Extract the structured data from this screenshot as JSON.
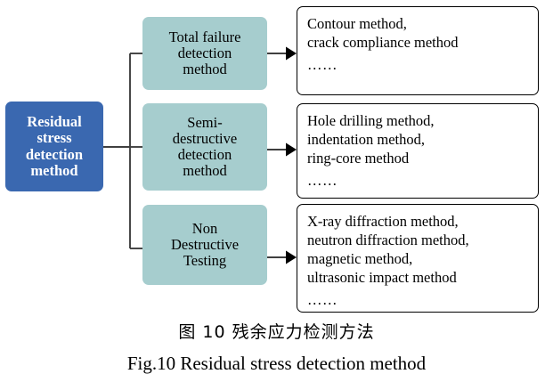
{
  "diagram": {
    "root": {
      "label": "Residual stress detection method",
      "lines": [
        "Residual",
        "stress",
        "detection",
        "method"
      ],
      "color": "#3A68B0",
      "text_color": "#FFFFFF"
    },
    "categories": [
      {
        "id": "total-failure",
        "lines": [
          "Total failure",
          "detection",
          "method"
        ],
        "color": "#A6CDCE"
      },
      {
        "id": "semi-destructive",
        "lines": [
          "Semi-",
          "destructive",
          "detection",
          "method"
        ],
        "color": "#A6CDCE"
      },
      {
        "id": "non-destructive",
        "lines": [
          "Non",
          "Destructive",
          "Testing"
        ],
        "color": "#A6CDCE"
      }
    ],
    "details": [
      {
        "id": "total-failure-methods",
        "lines": [
          "Contour method,",
          "crack compliance method"
        ],
        "ellipsis": "……"
      },
      {
        "id": "semi-destructive-methods",
        "lines": [
          "Hole drilling method,",
          "indentation method,",
          "ring-core method"
        ],
        "ellipsis": "……"
      },
      {
        "id": "non-destructive-methods",
        "lines": [
          "X-ray diffraction method,",
          "neutron diffraction method,",
          "magnetic method,",
          "ultrasonic impact method"
        ],
        "ellipsis": "……"
      }
    ],
    "connector_color": "#3F3F3F"
  },
  "caption": {
    "chinese": "图 10  残余应力检测方法",
    "english": "Fig.10 Residual stress detection method"
  }
}
